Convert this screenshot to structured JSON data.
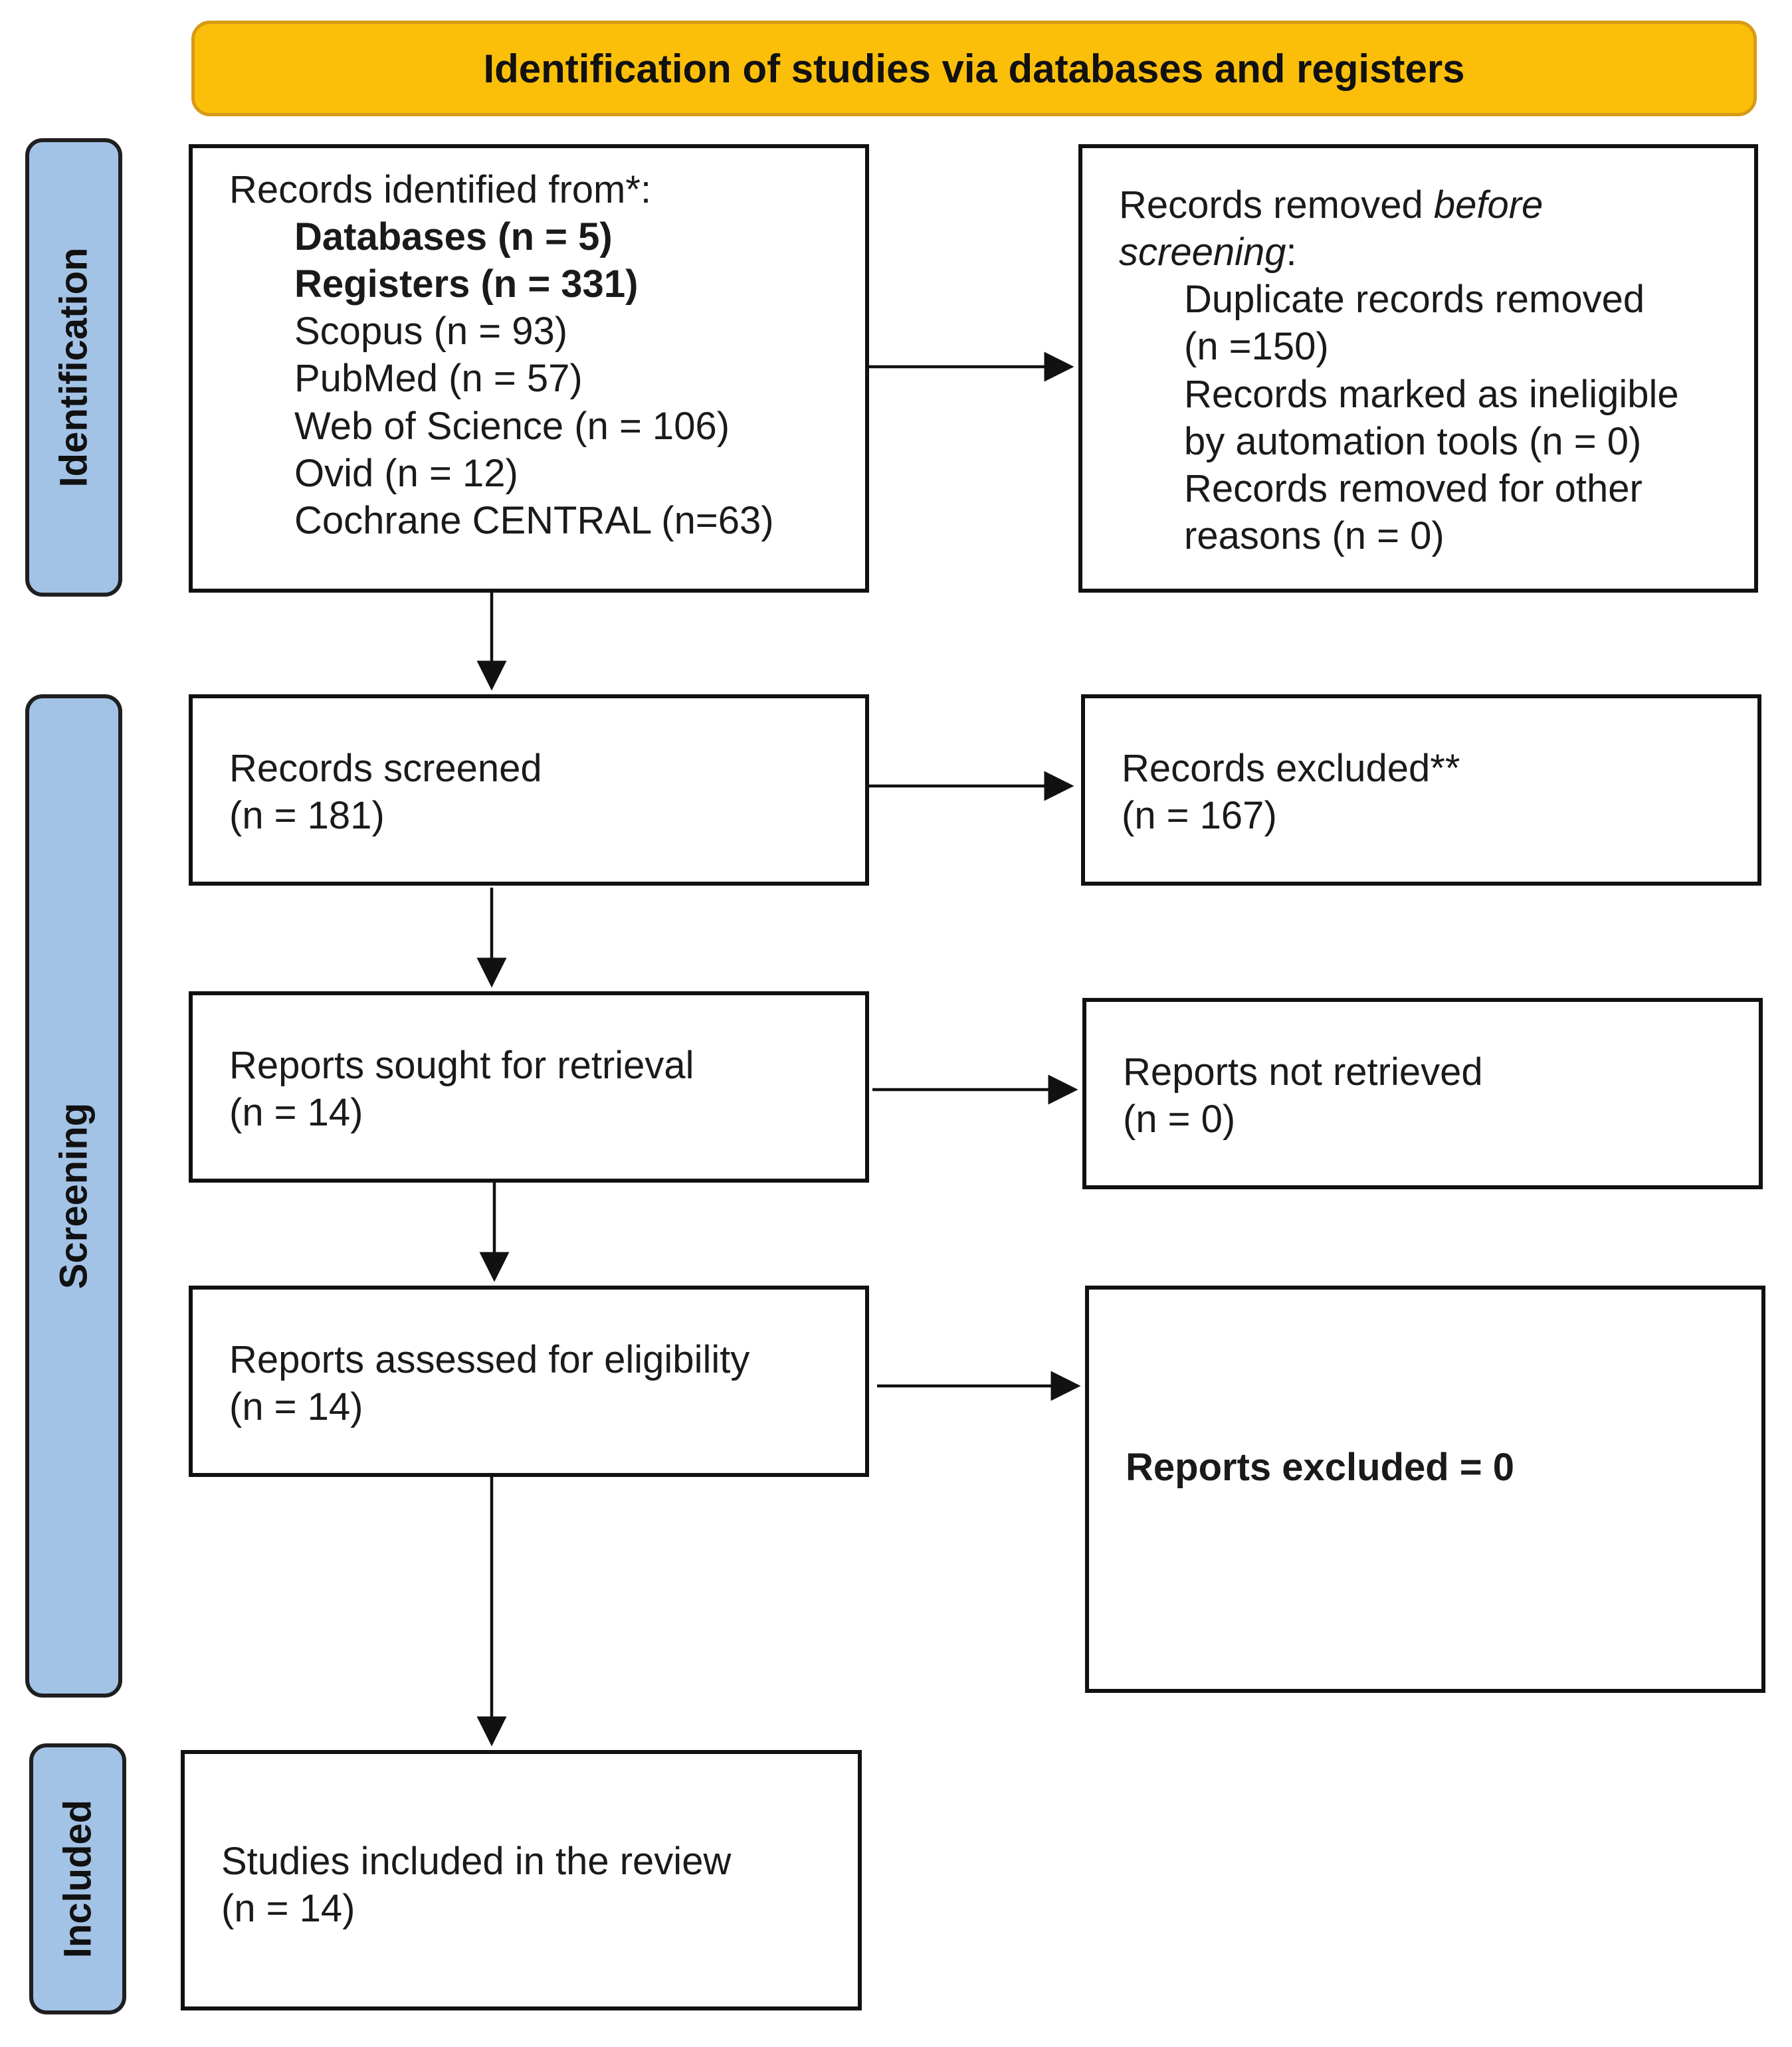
{
  "header": {
    "title": "Identification of studies via databases and registers"
  },
  "phases": {
    "identification": "Identification",
    "screening": "Screening",
    "included": "Included"
  },
  "identified": {
    "heading": "Records identified from*:",
    "databases": "Databases (n = 5)",
    "registers": "Registers (n = 331)",
    "scopus": "Scopus (n = 93)",
    "pubmed": "PubMed (n = 57)",
    "wos": "Web of Science (n = 106)",
    "ovid": "Ovid (n = 12)",
    "cochrane": "Cochrane CENTRAL (n=63)"
  },
  "removed": {
    "heading_a": "Records removed ",
    "heading_em": "before",
    "heading_em2": "screening",
    "heading_colon": ":",
    "dup_1": "Duplicate records removed",
    "dup_2": "(n =150)",
    "inel_1": "Records marked as ineligible",
    "inel_2": "by automation tools (n = 0)",
    "other_1": "Records removed for other",
    "other_2": "reasons (n = 0)"
  },
  "screened": {
    "label": "Records screened",
    "count": "(n = 181)"
  },
  "excluded": {
    "label": "Records excluded**",
    "count": "(n = 167)"
  },
  "sought": {
    "label": "Reports sought for retrieval",
    "count": "(n = 14)"
  },
  "not_retrieved": {
    "label": "Reports not retrieved",
    "count": "(n = 0)"
  },
  "assessed": {
    "label": "Reports assessed for eligibility",
    "count": "(n = 14)"
  },
  "reports_excluded": {
    "label": "Reports excluded = 0"
  },
  "included": {
    "label": "Studies included in the review",
    "count": "(n = 14)"
  }
}
